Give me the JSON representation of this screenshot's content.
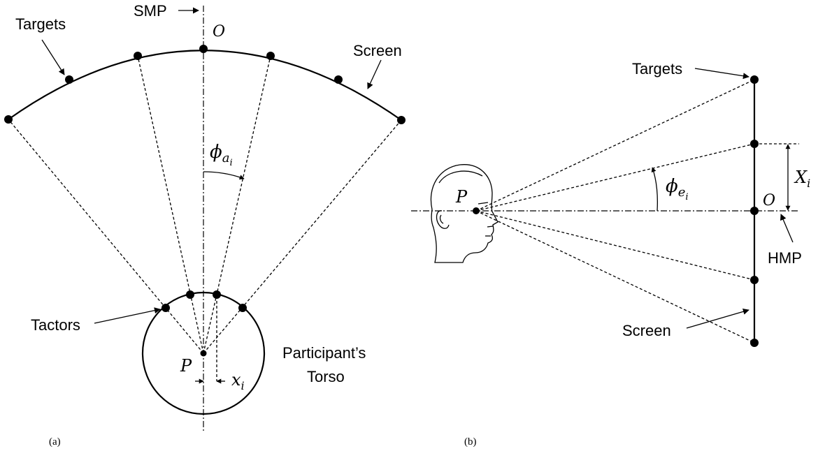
{
  "panel_a": {
    "caption": "(a)",
    "labels": {
      "smp": "SMP",
      "origin": "O",
      "targets": "Targets",
      "screen": "Screen",
      "tactors": "Tactors",
      "participant_line1": "Participant’s",
      "participant_line2": "Torso",
      "point": "P",
      "phi": "ϕ",
      "phi_sub": "a",
      "phi_subsub": "i",
      "x": "x",
      "x_sub": "i"
    }
  },
  "panel_b": {
    "caption": "(b)",
    "labels": {
      "targets": "Targets",
      "point": "P",
      "origin": "O",
      "hmp": "HMP",
      "screen": "Screen",
      "phi": "ϕ",
      "phi_sub": "e",
      "phi_subsub": "i",
      "X": "X",
      "X_sub": "i"
    }
  }
}
